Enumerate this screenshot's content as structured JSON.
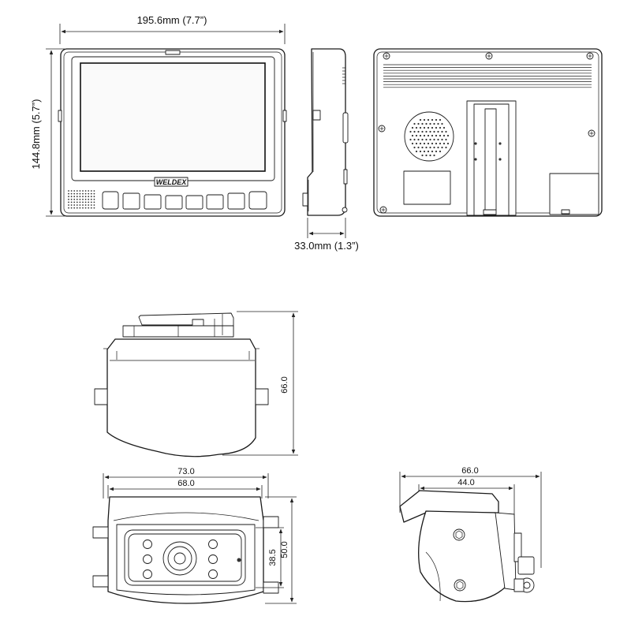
{
  "dimensions": {
    "monitor_width": "195.6mm (7.7”)",
    "monitor_height": "144.8mm (5.7”)",
    "monitor_depth": "33.0mm (1.3”)",
    "camera_height": "66.0",
    "camera_front_outer_width": "73.0",
    "camera_front_inner_width": "68.0",
    "camera_front_height": "50.0",
    "camera_front_inner_height": "38.5",
    "camera_side_depth": "66.0",
    "camera_side_inner_depth": "44.0"
  },
  "brand": {
    "logo_text": "WELDEX"
  }
}
